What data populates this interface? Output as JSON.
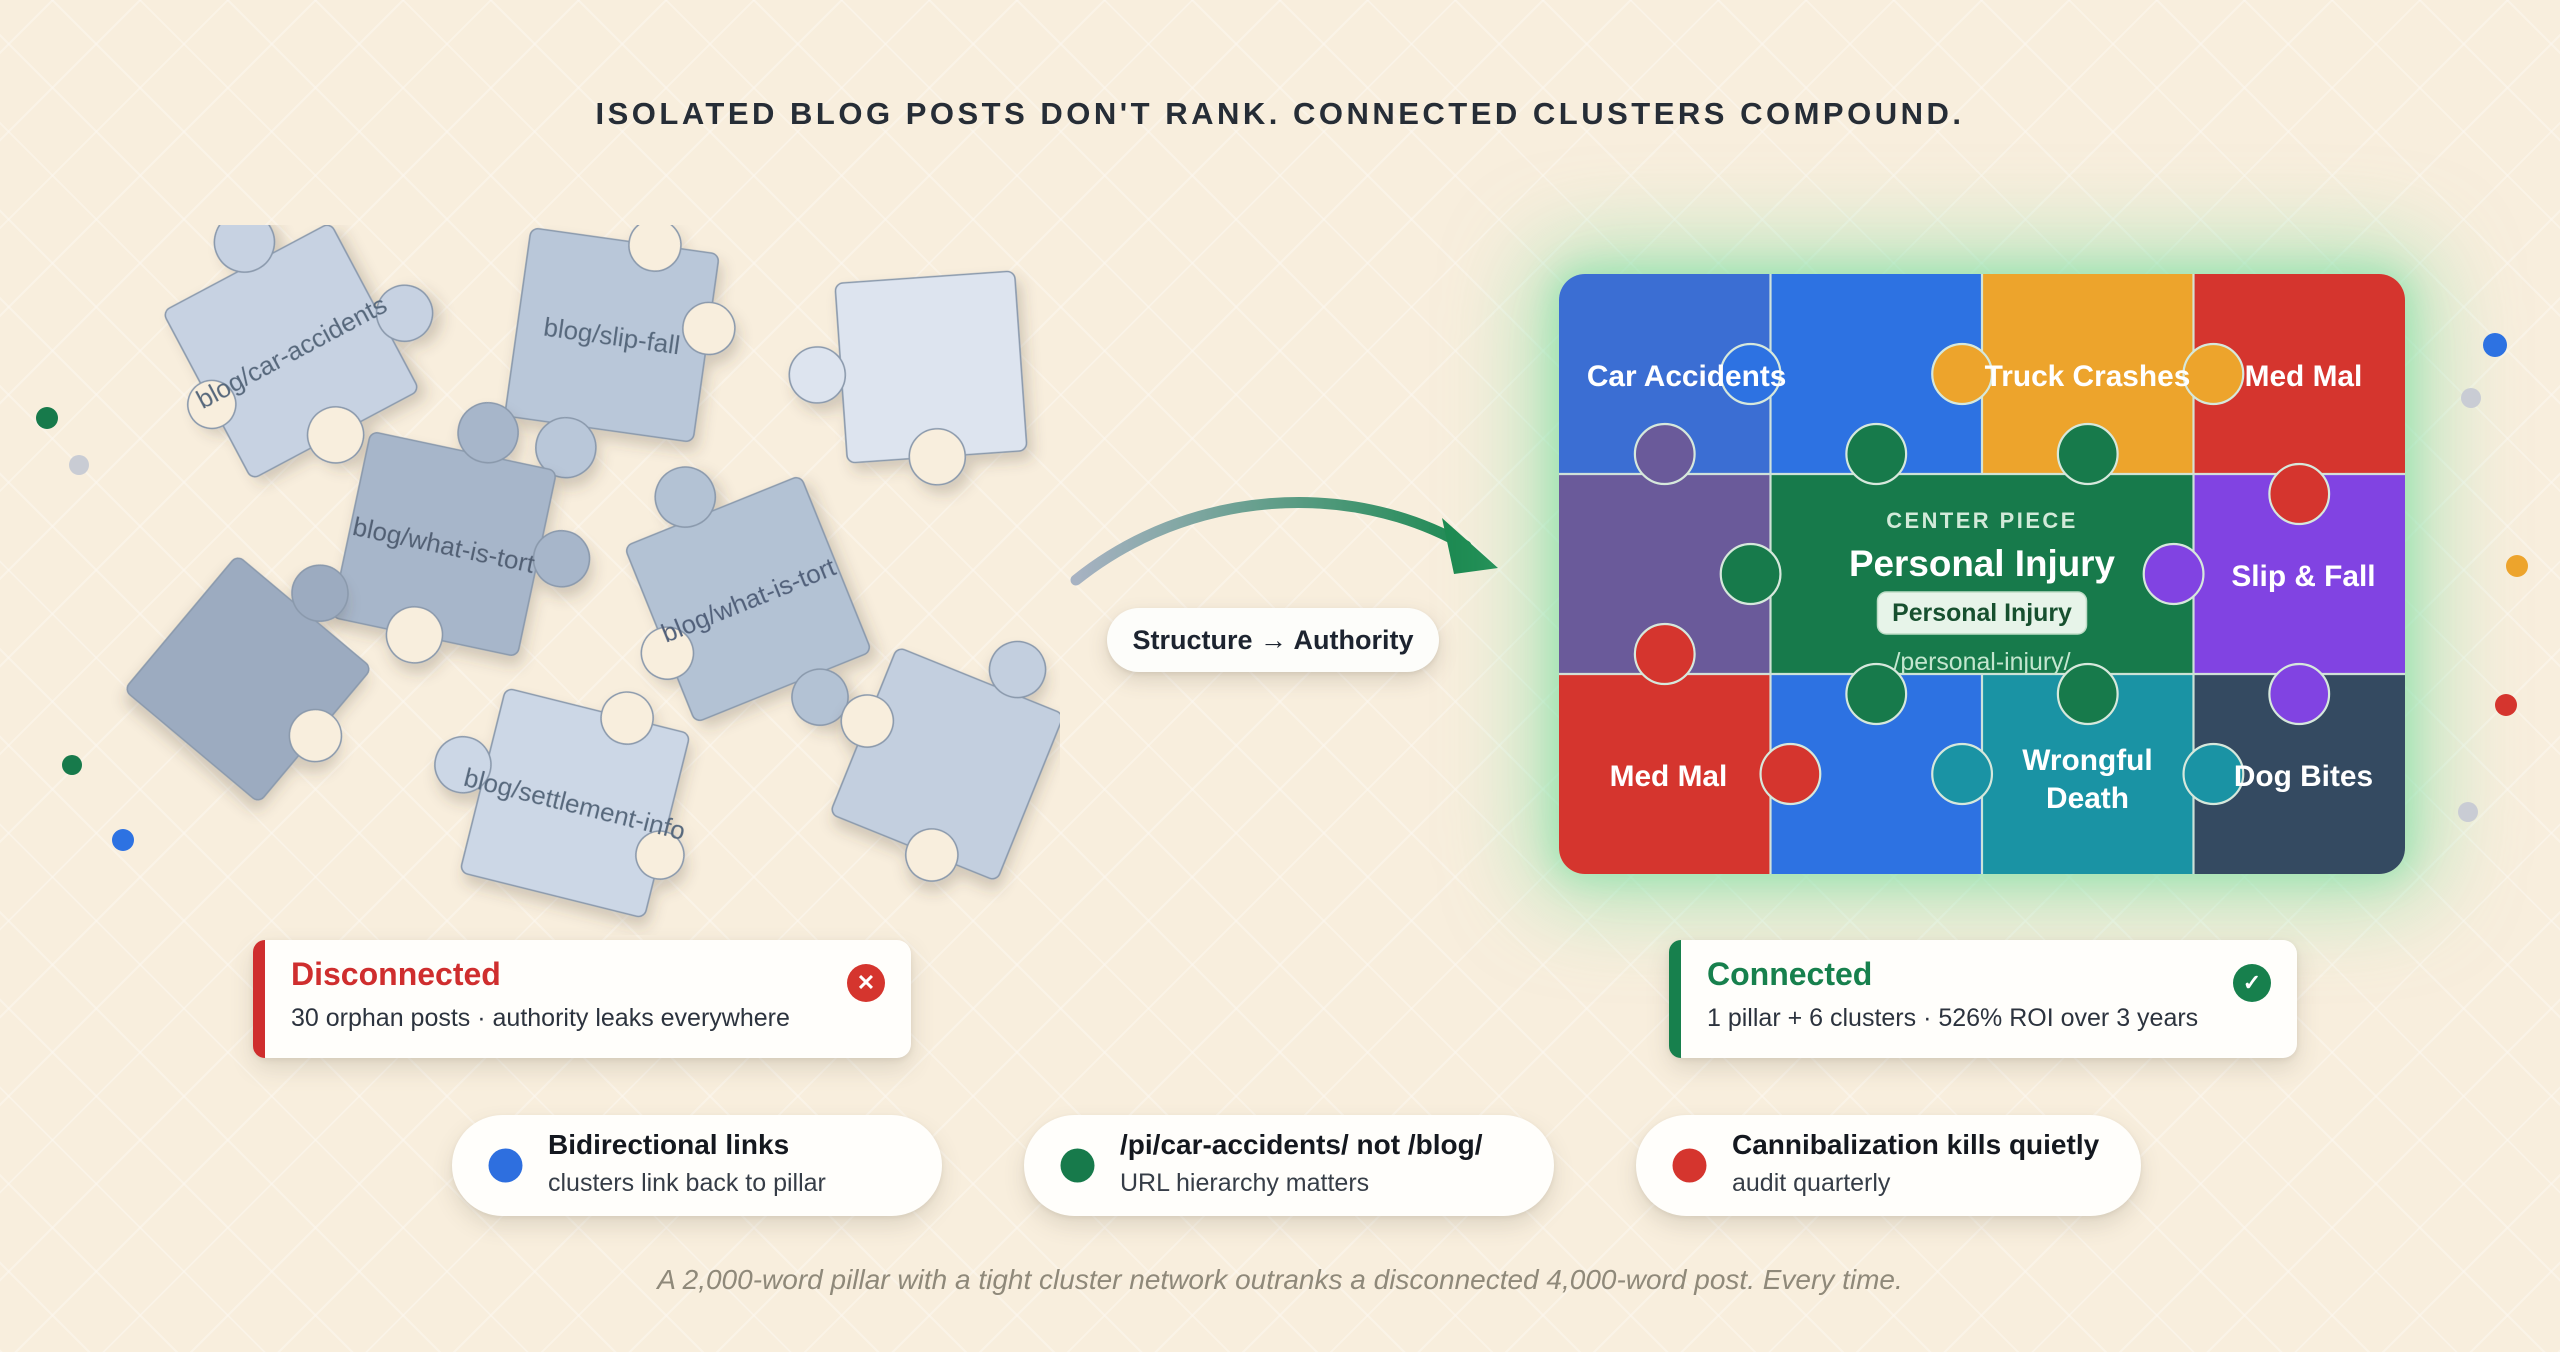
{
  "title": "ISOLATED BLOG POSTS DON'T RANK. CONNECTED CLUSTERS COMPOUND.",
  "left_cluster": {
    "labels": {
      "p1": "blog/car-accidents",
      "p2": "blog/slip-fall",
      "p4": "blog/what-is-tort",
      "p5": "blog/what-is-tort",
      "p7": "blog/settlement-info"
    }
  },
  "transition": {
    "label": "Structure → Authority"
  },
  "right_cluster": {
    "labels": {
      "car_accidents": "Car Accidents",
      "truck_crashes": "Truck Crashes",
      "med_mal_top": "Med Mal",
      "slip_fall": "Slip & Fall",
      "med_mal_bottom": "Med Mal",
      "wrongful_death_line1": "Wrongful",
      "wrongful_death_line2": "Death",
      "dog_bites": "Dog Bites"
    },
    "center": {
      "kicker": "CENTER PIECE",
      "title": "Personal Injury",
      "badge": "Personal Injury",
      "url": "/personal-injury/"
    }
  },
  "cards": {
    "disconnected": {
      "title": "Disconnected",
      "subtitle": "30 orphan posts · authority leaks everywhere",
      "icon_glyph": "✕"
    },
    "connected": {
      "title": "Connected",
      "subtitle": "1 pillar + 6 clusters · 526% ROI over 3 years",
      "icon_glyph": "✓"
    }
  },
  "tips": [
    {
      "title": "Bidirectional links",
      "subtitle": "clusters link back to pillar",
      "color": "#2e6fdf"
    },
    {
      "title": "/pi/car-accidents/ not /blog/",
      "subtitle": "URL hierarchy matters",
      "color": "#177a4b"
    },
    {
      "title": "Cannibalization kills quietly",
      "subtitle": "audit quarterly",
      "color": "#d5352e"
    }
  ],
  "footer": "A 2,000-word pillar with a tight cluster network outranks a disconnected 4,000-word post. Every time.",
  "palette": {
    "blue": "#2d72e2",
    "blue_deep": "#3b6ed3",
    "orange": "#eda42c",
    "red": "#d5352e",
    "purple_muted": "#6a5a9a",
    "green": "#177a4b",
    "purple": "#8143e2",
    "teal": "#1a93a4",
    "slate": "#344a61",
    "gray_dot": "#c9ccd4"
  }
}
